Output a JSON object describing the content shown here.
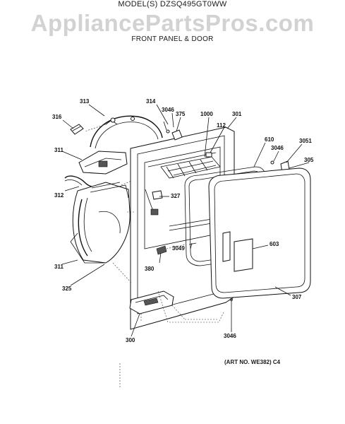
{
  "header": {
    "model": "MODEL(S) DZSQ495GT0WW",
    "watermark": "AppliancePartsPros.com",
    "subtitle": "FRONT PANEL & DOOR"
  },
  "art_number": "(ART NO. WE382) C4",
  "parts": {
    "p313": "313",
    "p314": "314",
    "p3046a": "3046",
    "p375": "375",
    "p1000": "1000",
    "p301": "301",
    "p316": "316",
    "p112": "112",
    "p610": "610",
    "p3046b": "3046",
    "p3051": "3051",
    "p311a": "311",
    "p305": "305",
    "p312": "312",
    "p327": "327",
    "p603": "603",
    "p3049": "3049",
    "p311b": "311",
    "p380": "380",
    "p325": "325",
    "p307": "307",
    "p300": "300",
    "p3046c": "3046"
  }
}
